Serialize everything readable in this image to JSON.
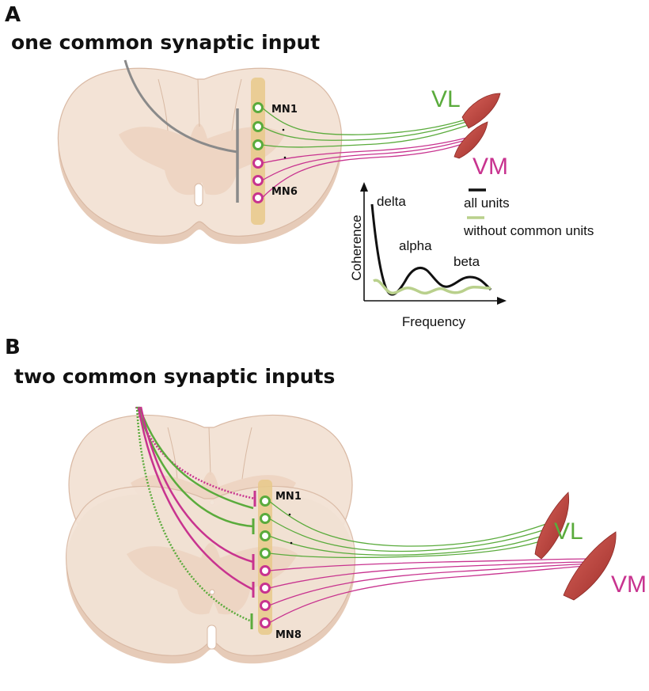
{
  "panels": [
    {
      "letter": "A",
      "title": "one common synaptic input",
      "motoneurons": {
        "first": "MN1",
        "last": "MN6"
      },
      "muscles": [
        "VL",
        "VM"
      ],
      "coherence_plot": {
        "ylabel": "Coherence",
        "xlabel": "Frequency",
        "bands": [
          "delta",
          "alpha",
          "beta"
        ],
        "legend": [
          "all units",
          "without common units"
        ]
      }
    },
    {
      "letter": "B",
      "title": "two common synaptic inputs",
      "motoneurons": {
        "first": "MN1",
        "last": "MN8"
      },
      "muscles": [
        "VL",
        "VM"
      ]
    }
  ],
  "colors": {
    "vl_green": "#5aab3c",
    "vm_magenta": "#c8338f",
    "common_input_grey": "#8a8a8a",
    "motor_column": "#e8c98a",
    "all_units_line": "#111111",
    "without_common_line": "#b9d08c",
    "muscle": "#b8413c"
  }
}
